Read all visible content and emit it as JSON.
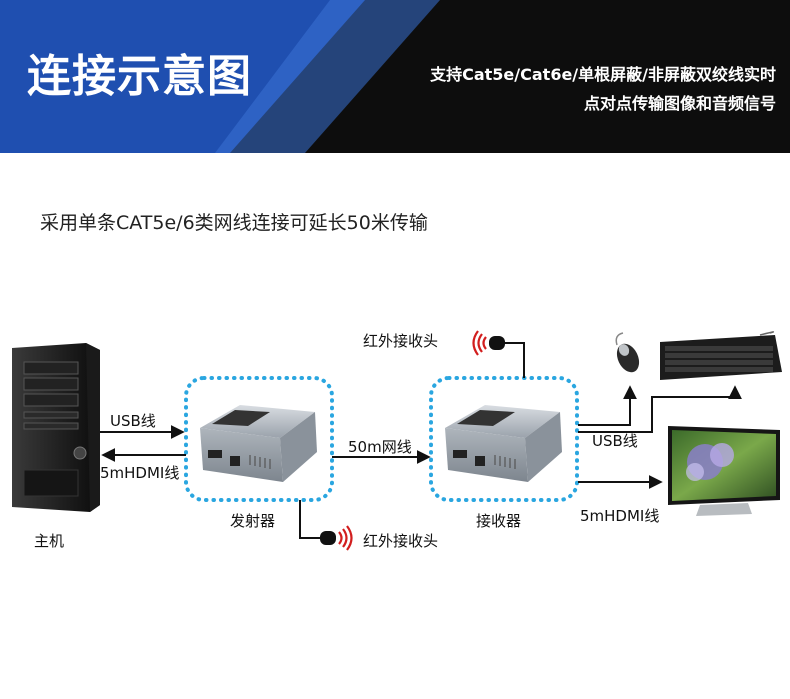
{
  "banner": {
    "title": "连接示意图",
    "subtitle_line1": "支持Cat5e/Cat6e/单根屏蔽/非屏蔽双绞线实时",
    "subtitle_line2": "点对点传输图像和音频信号",
    "colors": {
      "blue": "#1f4fb0",
      "black": "#0d0d0d"
    }
  },
  "headline": "采用单条CAT5e/6类网线连接可延长50米传输",
  "labels": {
    "host": "主机",
    "usb_left": "USB线",
    "hdmi_left": "5mHDMI线",
    "transmitter": "发射器",
    "ir_bottom": "红外接收头",
    "network": "50m网线",
    "ir_top": "红外接收头",
    "receiver": "接收器",
    "usb_right": "USB线",
    "hdmi_right": "5mHDMI线"
  },
  "icons": [
    "pc-tower-icon",
    "transmitter-device-icon",
    "receiver-device-icon",
    "ir-sensor-icon",
    "mouse-icon",
    "keyboard-icon",
    "monitor-icon"
  ],
  "colors": {
    "dotted_border": "#2aa6e0",
    "arrow": "#111111",
    "ir_wave": "#d21e1e"
  }
}
